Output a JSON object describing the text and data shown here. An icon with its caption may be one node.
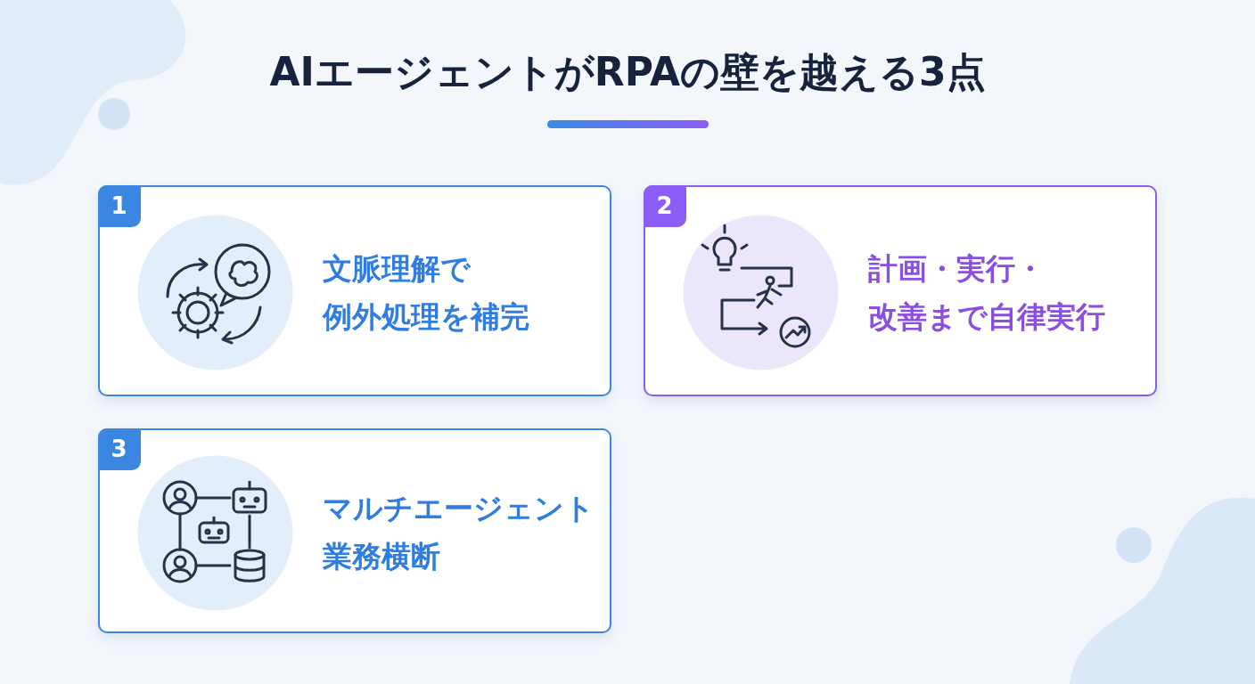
{
  "diagram": {
    "title": "AIエージェントがRPAの壁を越える3点",
    "nodes": [
      {
        "text": [
          "1",
          "文脈理解で例外処理を補完"
        ]
      },
      {
        "text": [
          "2",
          "計画・実行・改善まで自律実行"
        ]
      },
      {
        "text": [
          "3",
          "マルチエージェント業務横断"
        ]
      }
    ]
  }
}
